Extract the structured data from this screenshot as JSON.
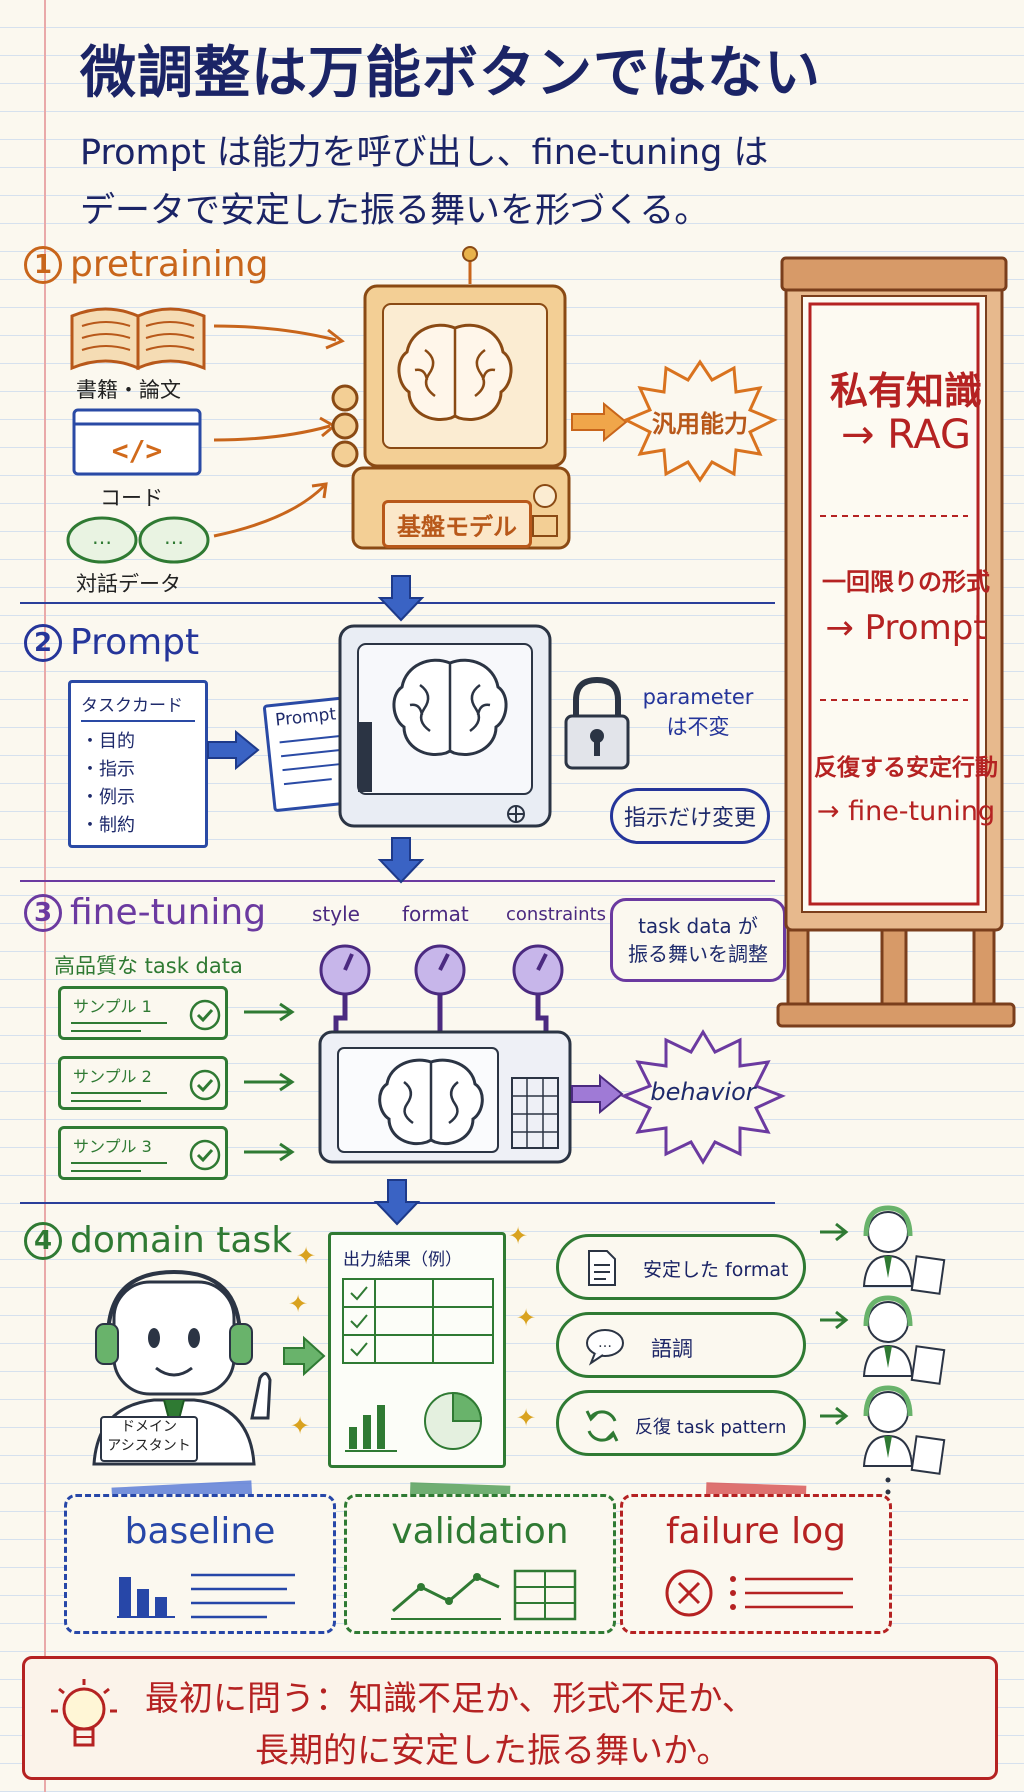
{
  "title": "微調整は万能ボタンではない",
  "subtitle": {
    "line1": "Prompt は能力を呼び出し、fine-tuning は",
    "line2": "データで安定した振る舞いを形づくる。"
  },
  "section1": {
    "number": "1",
    "title": "pretraining",
    "sources": [
      "書籍・論文",
      "コード",
      "対話データ"
    ],
    "model_label": "基盤モデル",
    "output": "汎用能力"
  },
  "section2": {
    "number": "2",
    "title": "Prompt",
    "task_card": {
      "title": "タスクカード",
      "items": [
        "・目的",
        "・指示",
        "・例示",
        "・制約"
      ]
    },
    "prompt_doc": "Prompt",
    "lock_note": {
      "line1": "parameter",
      "line2": "は不変"
    },
    "bubble": "指示だけ変更"
  },
  "section3": {
    "number": "3",
    "title": "fine-tuning",
    "data_label": "高品質な task data",
    "samples": [
      "サンプル 1",
      "サンプル 2",
      "サンプル 3"
    ],
    "knobs": [
      "style",
      "format",
      "constraints"
    ],
    "note": {
      "line1": "task data が",
      "line2": "振る舞いを調整"
    },
    "output": "behavior"
  },
  "section4": {
    "number": "4",
    "title": "domain task",
    "badge": {
      "line1": "ドメイン",
      "line2": "アシスタント"
    },
    "result_title": "出力結果（例）",
    "outputs": [
      "安定した format",
      "語調",
      "反復 task pattern"
    ]
  },
  "sign": {
    "items": [
      {
        "line1": "私有知識",
        "line2": "→ RAG"
      },
      {
        "line1": "一回限りの形式",
        "line2": "→ Prompt"
      },
      {
        "line1": "反復する安定行動",
        "line2": "→ fine-tuning"
      }
    ]
  },
  "tags": [
    "baseline",
    "validation",
    "failure log"
  ],
  "footer": {
    "line1": "最初に問う：知識不足か、形式不足か、",
    "line2": "長期的に安定した振る舞いか。"
  },
  "colors": {
    "section1": "#c8651b",
    "section2": "#25359a",
    "section3": "#6b3aa0",
    "section4": "#2f7a33",
    "sign": "#b52222",
    "baseline": "#2747a8",
    "validation": "#2f7a33",
    "failure": "#b52222"
  },
  "icons": [
    "book-icon",
    "code-window-icon",
    "chat-bubbles-icon",
    "brain-icon",
    "lock-icon",
    "knob-icon",
    "check-icon",
    "robot-assistant-icon",
    "document-icon",
    "speech-icon",
    "cycle-icon",
    "bar-chart-icon",
    "line-chart-icon",
    "error-x-icon",
    "lightbulb-icon"
  ]
}
